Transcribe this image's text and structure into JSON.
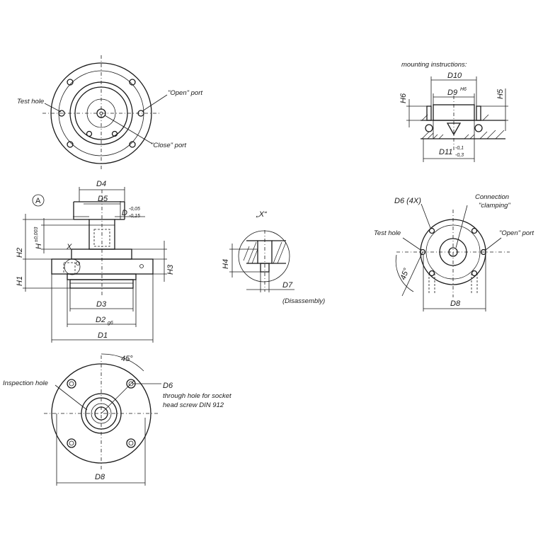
{
  "labels": {
    "test_hole": "Test hole",
    "open_port": "\"Open\" port",
    "close_port": "\"Close\" port",
    "mounting_instructions": "mounting instructions:",
    "view_marker": "A",
    "detail_x": "X",
    "detail_x_title": "„X“",
    "disassembly": "(Disassembly)",
    "connection": "Connection",
    "clamping": "\"clamping\"",
    "inspection_hole": "Inspection hole",
    "d6_note_1": "through hole for socket",
    "d6_note_2": "head screw DIN 912",
    "angle_45": "45°"
  },
  "dims": {
    "D1": "D1",
    "D2": "D2",
    "D2_tol": "g6",
    "D3": "D3",
    "D4": "D4",
    "D5": "D5",
    "D": "D",
    "D_tol_upper": "-0,05",
    "D_tol_lower": "-0,15",
    "D6": "D6",
    "D6_4x": "D6 (4X)",
    "D7": "D7",
    "D8": "D8",
    "D9": "D9",
    "D9_tol": "H6",
    "D10": "D10",
    "D11": "D11",
    "D11_tol_upper": "-0,1",
    "D11_tol_lower": "-0,3",
    "H": "H",
    "H_tol": "±0,003",
    "H1": "H1",
    "H2": "H2",
    "H3": "H3",
    "H4": "H4",
    "H5": "H5",
    "H6": "H6"
  }
}
